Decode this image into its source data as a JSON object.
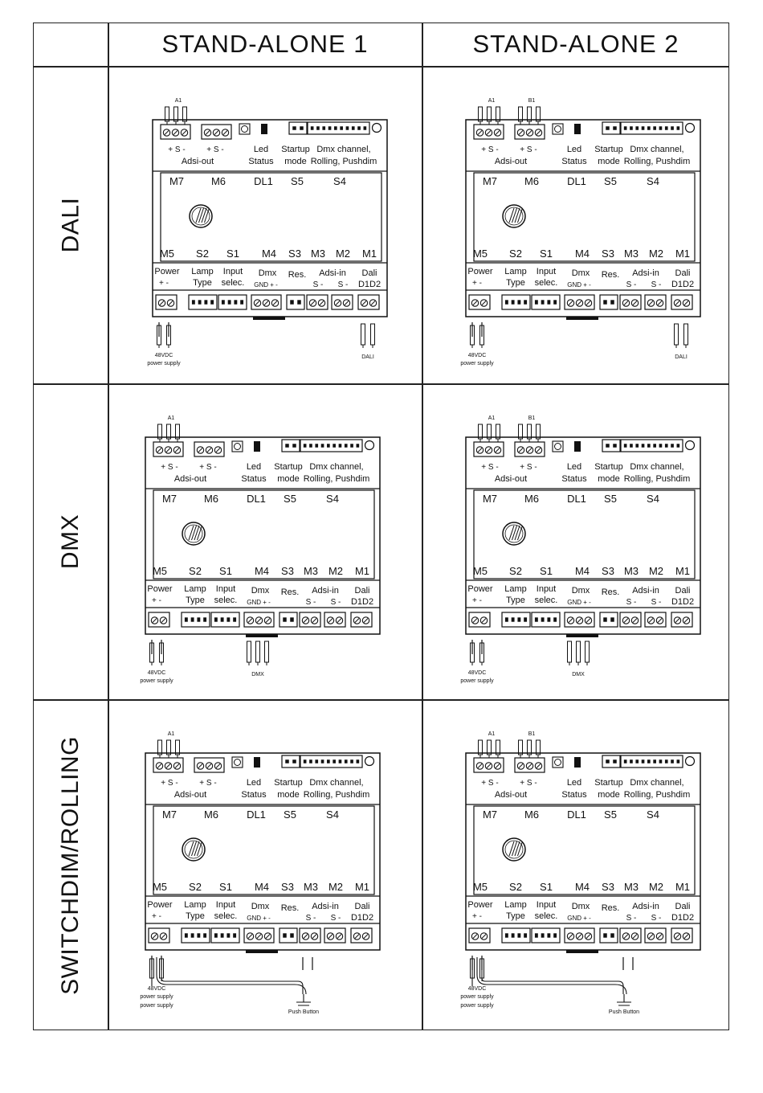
{
  "columns": [
    "STAND-ALONE 1",
    "STAND-ALONE 2"
  ],
  "rows": [
    "DALI",
    "DMX",
    "SWITCHDIM/ROLLING"
  ],
  "module": {
    "connector_a": "A1",
    "connector_b": "B1",
    "sign_plus_s_minus": "+ S -",
    "adsi_out": "Adsi-out",
    "led": "Led",
    "status": "Status",
    "startup": "Startup",
    "mode": "mode",
    "dmx_channel": "Dmx channel,",
    "rolling_pushdim": "Rolling, Pushdim",
    "top_labels": [
      "M7",
      "M6",
      "DL1",
      "S5",
      "S4"
    ],
    "bottom_labels": [
      "M5",
      "S2",
      "S1",
      "M4",
      "S3",
      "M3",
      "M2",
      "M1"
    ],
    "power": "Power",
    "plus_minus": "+ -",
    "lamp": "Lamp",
    "type": "Type",
    "input": "Input",
    "selec": "selec.",
    "dmx": "Dmx",
    "gnd": "GND + -",
    "res": "Res.",
    "adsi_in": "Adsi-in",
    "s_minus": "S -",
    "dali": "Dali",
    "d1d2": "D1D2"
  },
  "wiring": {
    "power_line1": "48VDC",
    "power_line2": "power supply",
    "dali_label": "DALI",
    "dmx_label": "DMX",
    "push_button": "Push Button"
  },
  "colors": {
    "line": "#111111",
    "background": "#ffffff"
  }
}
